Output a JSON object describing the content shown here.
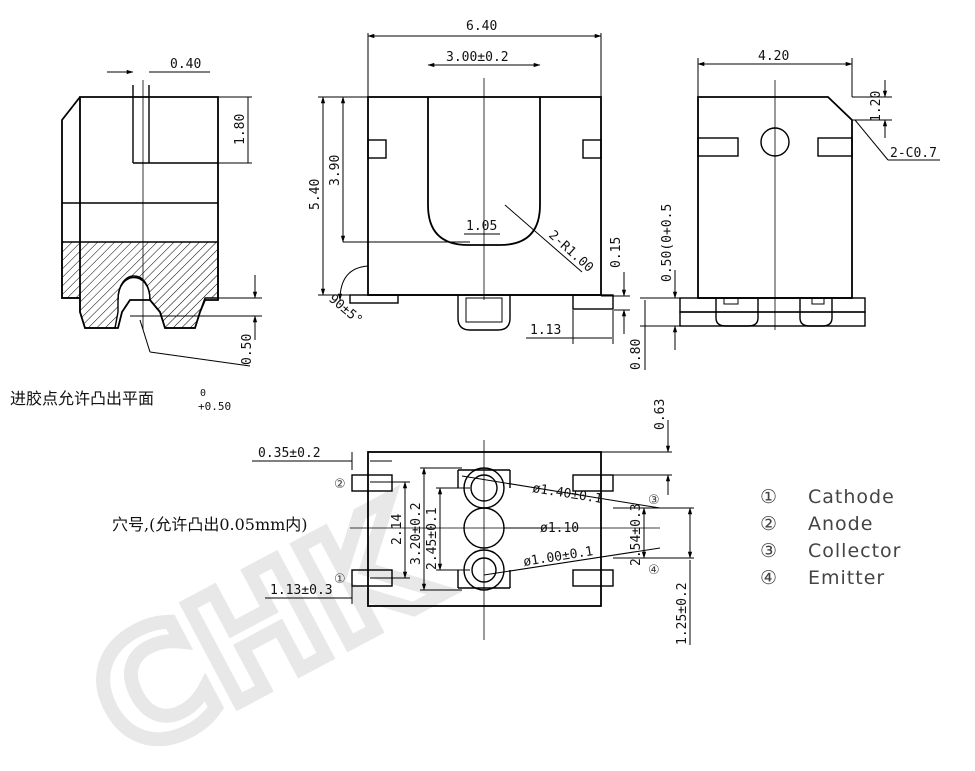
{
  "colors": {
    "line": "#000000",
    "legend_text": "#444444",
    "watermark": "#e6e6e6"
  },
  "watermark": {
    "text": "CHK"
  },
  "side_view": {
    "dim_width": "0.40",
    "dim_height": "1.80",
    "dim_bottom": "0.50",
    "note_main": "进胶点允许凸出平面",
    "note_sup": "0",
    "note_sub": "+0.50"
  },
  "front_view": {
    "dim_total_width": "6.40",
    "dim_slot_width": "3.00±0.2",
    "dim_total_height": "5.40",
    "dim_slot_height": "3.90",
    "dim_small": "1.05",
    "dim_radius": "2-R1.00",
    "dim_angle": "90±5°",
    "dim_right_small": "0.15",
    "dim_pin_offset": "1.13"
  },
  "right_view": {
    "dim_width": "4.20",
    "dim_top": "1.20",
    "dim_chamfer": "2-C0.7",
    "dim_mid": "0.50(0+0.5",
    "dim_bottom": "0.80"
  },
  "bottom_view": {
    "dim_top_right": "0.63",
    "dim_left_top": "0.35±0.2",
    "dim_left_height": "2.14",
    "dim_left_bottom": "1.13±0.3",
    "dim_v1": "3.20±0.2",
    "dim_v2": "2.45±0.1",
    "dim_hole_big": "ø1.40±0.1",
    "dim_hole_mid": "ø1.10",
    "dim_hole_small": "ø1.00±0.1",
    "dim_right_v": "2.54±0.3",
    "dim_far_right": "1.25±0.2",
    "hole_note": "穴号,(允许凸出0.05mm内)",
    "pin_labels": [
      "①",
      "②",
      "③",
      "④"
    ]
  },
  "legend": [
    {
      "num": "①",
      "label": "Cathode"
    },
    {
      "num": "②",
      "label": "Anode"
    },
    {
      "num": "③",
      "label": "Collector"
    },
    {
      "num": "④",
      "label": "Emitter"
    }
  ]
}
